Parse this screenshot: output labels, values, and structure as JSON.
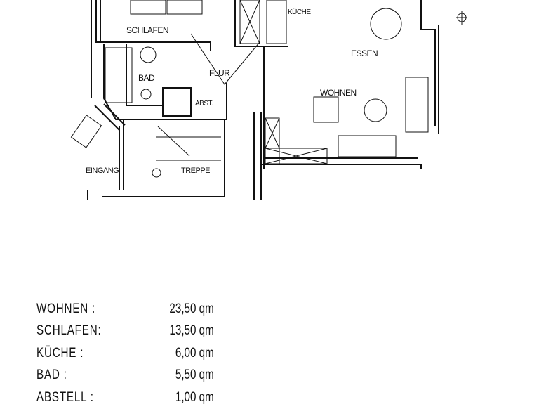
{
  "plan": {
    "rooms": {
      "schlafen": "SCHLAFEN",
      "bad": "BAD",
      "flur": "FLUR",
      "abst": "ABST.",
      "kueche": "KÜCHE",
      "essen": "ESSEN",
      "wohnen": "WOHNEN",
      "eingang": "EINGANG",
      "treppe": "TREPPE"
    }
  },
  "areas": [
    {
      "room": "WOHNEN :",
      "value": "23,50 qm"
    },
    {
      "room": "SCHLAFEN:",
      "value": "13,50 qm"
    },
    {
      "room": "KÜCHE :",
      "value": "6,00 qm"
    },
    {
      "room": "BAD :",
      "value": "5,50 qm"
    },
    {
      "room": "ABSTELL :",
      "value": "1,00 qm"
    }
  ]
}
